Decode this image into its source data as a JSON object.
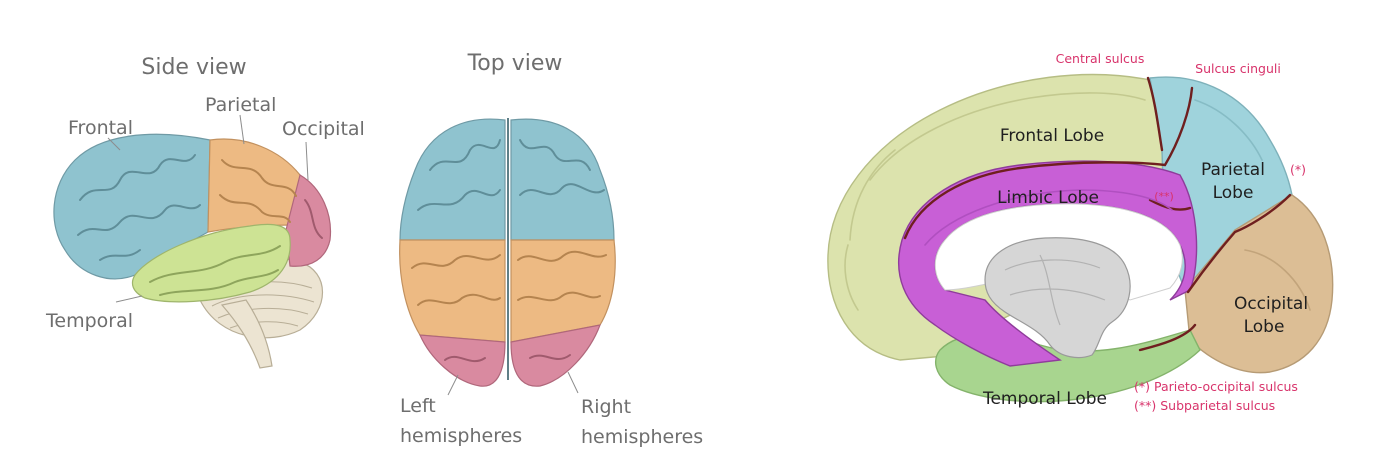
{
  "side_view": {
    "title": "Side view",
    "labels": {
      "frontal": "Frontal",
      "parietal": "Parietal",
      "occipital": "Occipital",
      "temporal": "Temporal"
    }
  },
  "top_view": {
    "title": "Top view",
    "left": [
      "Left",
      "hemispheres"
    ],
    "right": [
      "Right",
      "hemispheres"
    ]
  },
  "medial_view": {
    "lobes": {
      "frontal": "Frontal Lobe",
      "limbic": "Limbic Lobe",
      "parietal": [
        "Parietal",
        "Lobe"
      ],
      "occipital": [
        "Occipital",
        "Lobe"
      ],
      "temporal": "Temporal Lobe"
    },
    "sulci": {
      "central": "Central sulcus",
      "cinguli": "Sulcus cinguli",
      "star": "(*)",
      "double_star": "(**)",
      "legend_1": "(*) Parieto-occipital sulcus",
      "legend_2": "(**) Subparietal sulcus"
    }
  },
  "colors": {
    "frontal": "#8fc3cf",
    "parietal": "#edba83",
    "occipital": "#d98aa0",
    "temporal": "#cde394",
    "cerebellum": "#ece4d2",
    "med_frontal": "#dce3ad",
    "med_limbic": "#c85fd6",
    "med_parietal": "#9fd3dc",
    "med_occipital": "#dcbe95",
    "med_temporal": "#a8d58f",
    "brainstem": "#d6d6d6",
    "sulcus_line": "#6f1f1f",
    "annotation": "#d8336b"
  }
}
